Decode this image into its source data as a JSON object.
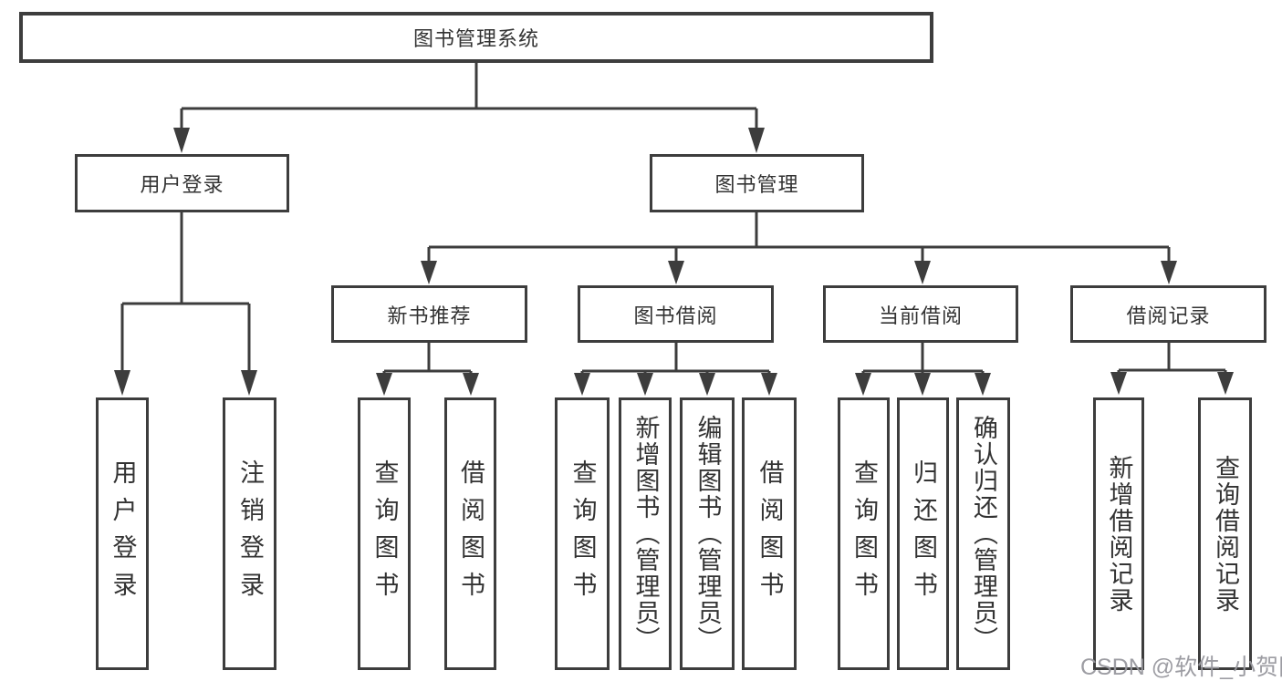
{
  "diagram": {
    "root": {
      "label": "图书管理系统"
    },
    "branches": [
      {
        "label": "用户登录",
        "children": [
          {
            "label": "用户登录"
          },
          {
            "label": "注销登录"
          }
        ]
      },
      {
        "label": "图书管理",
        "children": [
          {
            "label": "新书推荐",
            "children": [
              {
                "label": "查询图书"
              },
              {
                "label": "借阅图书"
              }
            ]
          },
          {
            "label": "图书借阅",
            "children": [
              {
                "label": "查询图书"
              },
              {
                "label": "新增图书（管理员）"
              },
              {
                "label": "编辑图书（管理员）"
              },
              {
                "label": "借阅图书"
              }
            ]
          },
          {
            "label": "当前借阅",
            "children": [
              {
                "label": "查询图书"
              },
              {
                "label": "归还图书"
              },
              {
                "label": "确认归还（管理员）"
              }
            ]
          },
          {
            "label": "借阅记录",
            "children": [
              {
                "label": "新增借阅记录"
              },
              {
                "label": "查询借阅记录"
              }
            ]
          }
        ]
      }
    ]
  },
  "watermark": {
    "text": "CSDN @软件_小贺同学"
  },
  "colors": {
    "line": "#3d3d3d",
    "text": "#333333",
    "watermark": "#98989e",
    "background": "#ffffff"
  }
}
